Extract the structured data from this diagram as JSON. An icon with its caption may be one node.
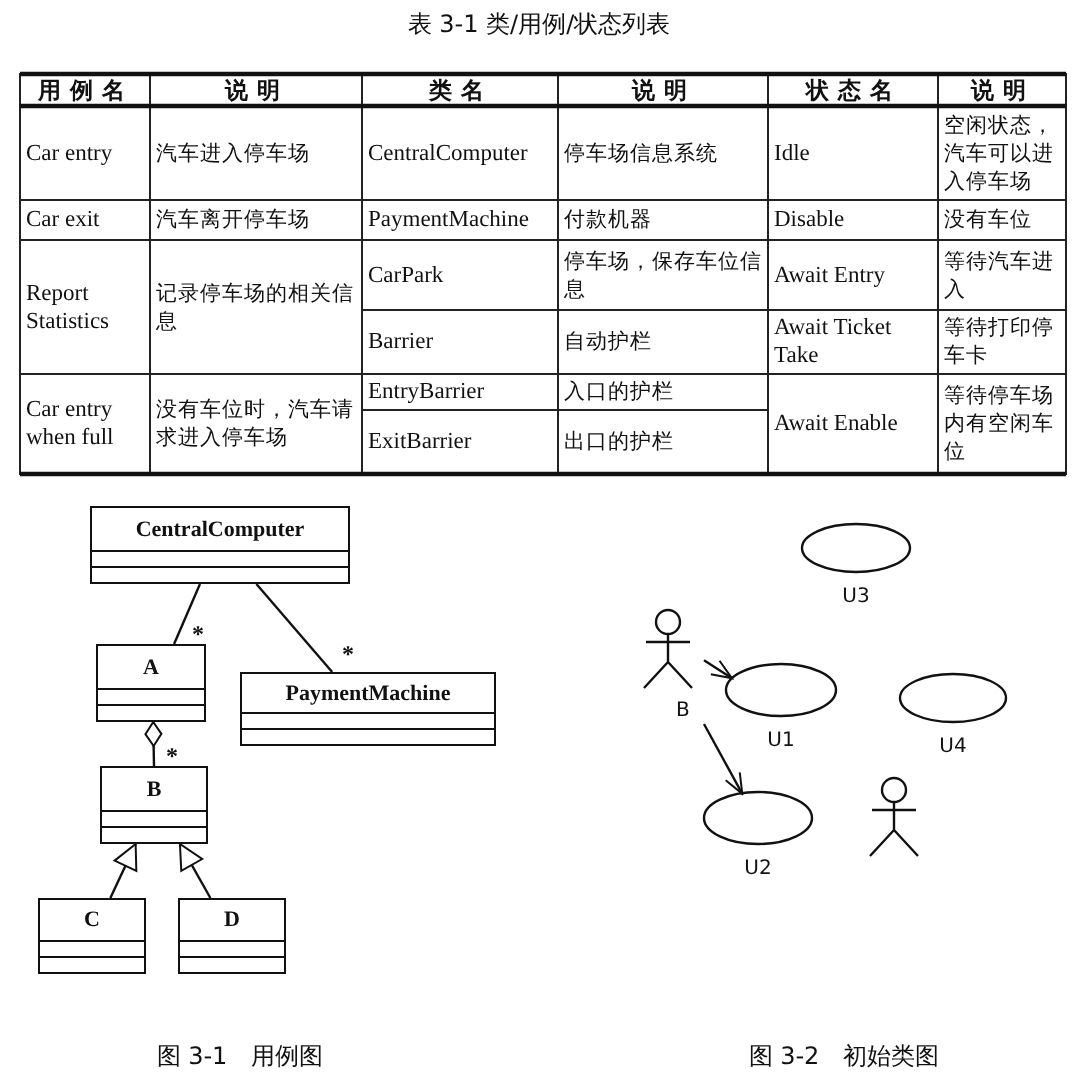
{
  "diagram": {
    "title": "表 3-1 类/用例/状态列表",
    "nodes": [
      {
        "text": [
          "CentralComputer"
        ]
      },
      {
        "text": [
          "A"
        ]
      },
      {
        "text": [
          "PaymentMachine"
        ]
      },
      {
        "text": [
          "B"
        ]
      },
      {
        "text": [
          "C"
        ]
      },
      {
        "text": [
          "D"
        ]
      },
      {
        "text": [
          "U3"
        ]
      },
      {
        "text": [
          "B"
        ]
      },
      {
        "text": [
          "U1"
        ]
      },
      {
        "text": [
          "U4"
        ]
      },
      {
        "text": [
          "U2"
        ]
      },
      {
        "text": [],
        "shape": "person"
      }
    ],
    "edges": [
      {
        "from": 0,
        "to": 1,
        "arrow": "none",
        "label": "*"
      },
      {
        "from": 0,
        "to": 2,
        "arrow": "none",
        "label": "*"
      },
      {
        "from": 3,
        "to": 1,
        "arrow": "other",
        "label": "*"
      },
      {
        "from": 4,
        "to": 3,
        "arrow": "to"
      },
      {
        "from": 5,
        "to": 3,
        "arrow": "to"
      },
      {
        "from": 7,
        "to": 8,
        "arrow": "to"
      },
      {
        "from": 7,
        "to": 10,
        "arrow": "to"
      }
    ],
    "labels": [
      "用例名",
      "说明",
      "类名",
      "说明",
      "状态名",
      "说明",
      "Car entry",
      "汽车进入停车场",
      "CentralComputer",
      "停车场信息系统",
      "Idle",
      "空闲状态，汽车可以进入停车场",
      "Car exit",
      "汽车离开停车场",
      "PaymentMachine",
      "付款机器",
      "Disable",
      "没有车位",
      "Report Statistics",
      "记录停车场的相关信息",
      "CarPark",
      "停车场，保存车位信息",
      "Await Entry",
      "等待汽车进入",
      "Barrier",
      "自动护栏",
      "Await Ticket Take",
      "等待打印停车卡",
      "Car entry when full",
      "没有车位时，汽车请求进入停车场",
      "EntryBarrier",
      "入口的护栏",
      "Await Enable",
      "等待停车场内有空闲车位",
      "ExitBarrier",
      "出口的护栏",
      "图 3-1　用例图",
      "图 3-2　初始类图"
    ]
  }
}
